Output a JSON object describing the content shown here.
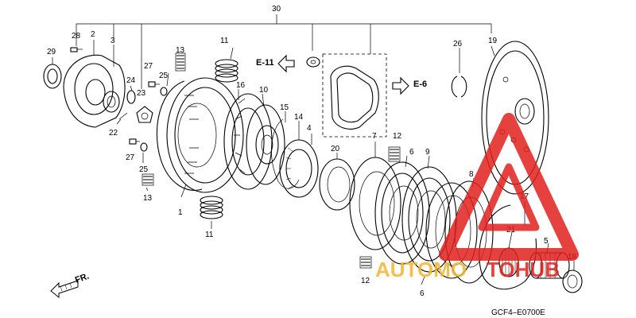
{
  "diagram": {
    "callouts": [
      {
        "id": "c30",
        "text": "30"
      },
      {
        "id": "c28",
        "text": "28"
      },
      {
        "id": "c2",
        "text": "2"
      },
      {
        "id": "c3",
        "text": "3"
      },
      {
        "id": "c29",
        "text": "29"
      },
      {
        "id": "c24",
        "text": "24"
      },
      {
        "id": "c22",
        "text": "22"
      },
      {
        "id": "c23",
        "text": "23"
      },
      {
        "id": "c27a",
        "text": "27"
      },
      {
        "id": "c25a",
        "text": "25"
      },
      {
        "id": "c13a",
        "text": "13"
      },
      {
        "id": "c11a",
        "text": "11"
      },
      {
        "id": "c16",
        "text": "16"
      },
      {
        "id": "c10",
        "text": "10"
      },
      {
        "id": "c27b",
        "text": "27"
      },
      {
        "id": "c25b",
        "text": "25"
      },
      {
        "id": "c13b",
        "text": "13"
      },
      {
        "id": "c1",
        "text": "1"
      },
      {
        "id": "c11b",
        "text": "11"
      },
      {
        "id": "c15",
        "text": "15"
      },
      {
        "id": "c14",
        "text": "14"
      },
      {
        "id": "c4",
        "text": "4"
      },
      {
        "id": "c20",
        "text": "20"
      },
      {
        "id": "c7",
        "text": "7"
      },
      {
        "id": "c12a",
        "text": "12"
      },
      {
        "id": "c6a",
        "text": "6"
      },
      {
        "id": "c9",
        "text": "9"
      },
      {
        "id": "c26",
        "text": "26"
      },
      {
        "id": "c19",
        "text": "19"
      },
      {
        "id": "c8",
        "text": "8"
      },
      {
        "id": "c17",
        "text": "17"
      },
      {
        "id": "c21",
        "text": "21"
      },
      {
        "id": "c5",
        "text": "5"
      },
      {
        "id": "c18",
        "text": "18"
      },
      {
        "id": "c12b",
        "text": "12"
      },
      {
        "id": "c6b",
        "text": "6"
      }
    ],
    "references": [
      {
        "id": "e11",
        "text": "E-11"
      },
      {
        "id": "e6",
        "text": "E-6"
      }
    ],
    "direction_label": "FR.",
    "drawing_code": "GCF4–E0700E"
  },
  "watermark": {
    "text": "AUTOMOTOHUB",
    "color": "#e0201e",
    "accent": "#f2b631"
  }
}
